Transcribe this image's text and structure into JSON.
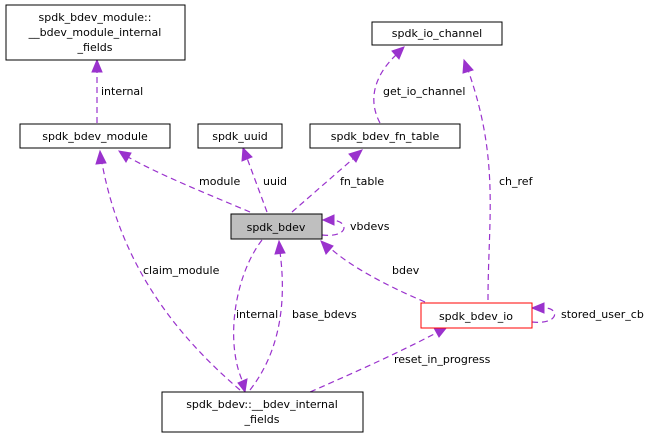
{
  "nodes": {
    "bdev_module_internal": {
      "lines": [
        "spdk_bdev_module::",
        "__bdev_module_internal",
        "_fields"
      ]
    },
    "io_channel": {
      "lines": [
        "spdk_io_channel"
      ]
    },
    "bdev_module": {
      "lines": [
        "spdk_bdev_module"
      ]
    },
    "uuid": {
      "lines": [
        "spdk_uuid"
      ]
    },
    "fn_table": {
      "lines": [
        "spdk_bdev_fn_table"
      ]
    },
    "bdev": {
      "lines": [
        "spdk_bdev"
      ]
    },
    "bdev_io": {
      "lines": [
        "spdk_bdev_io"
      ]
    },
    "bdev_internal": {
      "lines": [
        "spdk_bdev::__bdev_internal",
        "_fields"
      ]
    }
  },
  "edges": {
    "internal_top": "internal",
    "get_io_channel": "get_io_channel",
    "module": "module",
    "uuid": "uuid",
    "fn_table": "fn_table",
    "vbdevs": "vbdevs",
    "ch_ref": "ch_ref",
    "claim_module": "claim_module",
    "bdev": "bdev",
    "internal_mid": "internal",
    "base_bdevs": "base_bdevs",
    "stored_user_cb": "stored_user_cb",
    "reset_in_progress": "reset_in_progress"
  },
  "colors": {
    "edge": "#9a32cd",
    "highlight_fill": "#bfbfbf",
    "highlight_border": "#ff0000"
  }
}
